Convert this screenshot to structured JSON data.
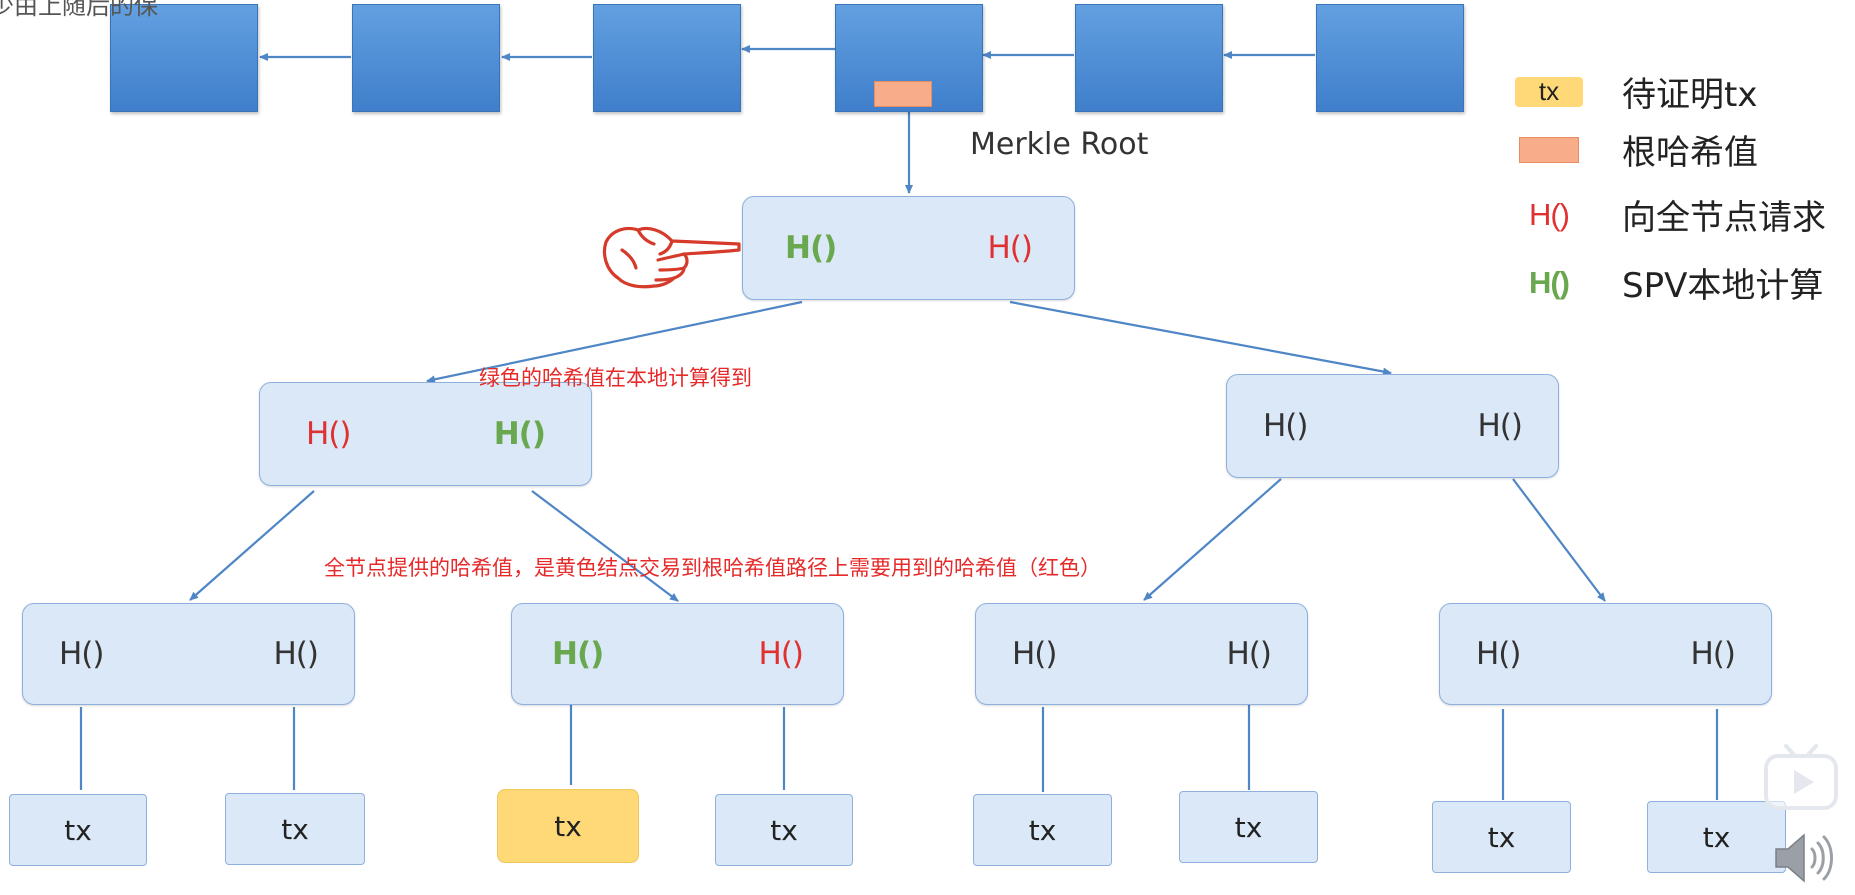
{
  "header": {
    "cut_text": "少由上随后的保"
  },
  "labels": {
    "merkle_root": "Merkle Root",
    "note_green": "绿色的哈希值在本地计算得到",
    "note_red": "全节点提供的哈希值，是黄色结点交易到根哈希值路径上需要用到的哈希值（红色）"
  },
  "tree": {
    "root": {
      "left": "H()",
      "right": "H()"
    },
    "l1_left": {
      "left": "H()",
      "right": "H()"
    },
    "l1_right": {
      "left": "H()",
      "right": "H()"
    },
    "l2_a": {
      "left": "H()",
      "right": "H()"
    },
    "l2_b": {
      "left": "H()",
      "right": "H()"
    },
    "l2_c": {
      "left": "H()",
      "right": "H()"
    },
    "l2_d": {
      "left": "H()",
      "right": "H()"
    },
    "leaves": [
      "tx",
      "tx",
      "tx",
      "tx",
      "tx",
      "tx",
      "tx",
      "tx"
    ]
  },
  "legend": [
    {
      "key": "tx",
      "text": "待证明tx"
    },
    {
      "key": "",
      "text": "根哈希值"
    },
    {
      "key": "H()",
      "text": "向全节点请求"
    },
    {
      "key": "H()",
      "text": "SPV本地计算"
    }
  ],
  "colors": {
    "block": "#4a8bd6",
    "node": "#dbe8f7",
    "target_tx": "#ffd978",
    "root_hash": "#f8ad8a",
    "requested_hash": "#e03030",
    "local_hash": "#6aa84f",
    "connector": "#4f86c6",
    "note": "#e62a2a"
  },
  "icons": [
    "pointing-hand-icon",
    "bilibili-tv-icon",
    "speaker-icon"
  ]
}
